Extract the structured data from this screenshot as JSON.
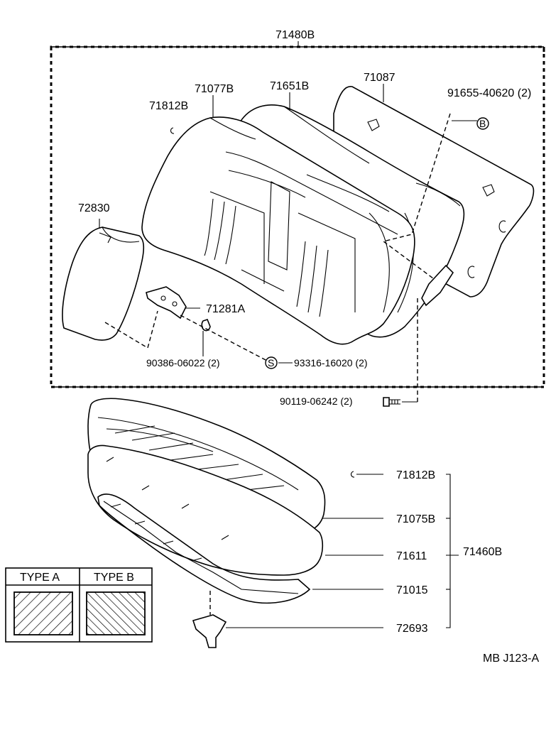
{
  "upper_assembly": {
    "assembly_no": "71480B",
    "parts": {
      "p71812B_top": "71812B",
      "p71077B": "71077B",
      "p71651B": "71651B",
      "p71087": "71087",
      "p91655": "91655-40620 (2)",
      "callout_b": "B",
      "p72830": "72830",
      "p71281A": "71281A",
      "p90386": "90386-06022 (2)",
      "callout_s": "S",
      "p93316": "93316-16020 (2)"
    }
  },
  "bolt": "90119-06242 (2)",
  "lower_assembly": {
    "assembly_no": "71460B",
    "parts": {
      "p71812B": "71812B",
      "p71075B": "71075B",
      "p71611": "71611",
      "p71015": "71015",
      "p72693": "72693"
    }
  },
  "legend": {
    "type_a": "TYPE A",
    "type_b": "TYPE B"
  },
  "drawing_code": "MB J123-A"
}
